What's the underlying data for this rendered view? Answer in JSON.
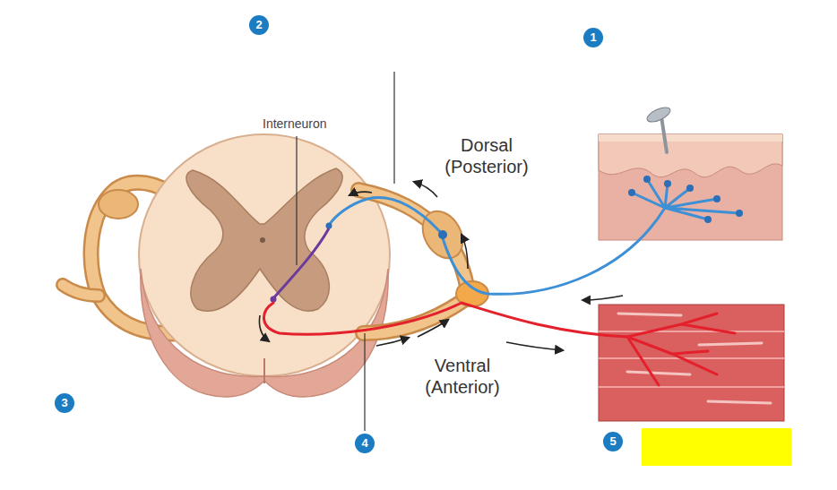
{
  "diagram": {
    "labels": [
      "2",
      "1",
      "Interneuron",
      "Dorsal (Posterior)",
      "3",
      "Ventral (Anterior)",
      "4",
      "5"
    ]
  }
}
